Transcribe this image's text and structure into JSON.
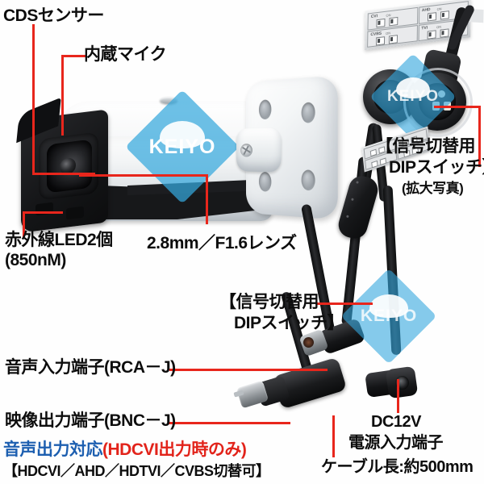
{
  "product": {
    "brand_watermark": "KEIYO",
    "accent_color": "#e8261c",
    "blue_color": "#1d5fb0",
    "watermark_color": "#34a7dd"
  },
  "callouts": {
    "cds_sensor": "CDSセンサー",
    "builtin_mic": "内蔵マイク",
    "ir_led_line1": "赤外線LED2個",
    "ir_led_line2": "(850nM)",
    "lens": "2.8mm／F1.6レンズ",
    "dip_switch_enlarged_line1": "【信号切替用",
    "dip_switch_enlarged_line2": "DIPスイッチ】",
    "dip_switch_enlarged_note": "(拡大写真)",
    "dip_switch_line1": "【信号切替用",
    "dip_switch_line2": "DIPスイッチ】",
    "audio_input": "音声入力端子(RCA－J)",
    "video_output": "映像出力端子(BNC－J)",
    "dc12v": "DC12V",
    "power_input": "電源入力端子",
    "cable_length": "ケーブル長:約500mm"
  },
  "footnotes": {
    "audio_out_label": "音声出力対応",
    "audio_out_condition": "(HDCVI出力時のみ)",
    "signal_modes": "【HDCVI／AHD／HDTVI／CVBS切替可】"
  },
  "dip_sticker": {
    "cells": [
      {
        "name": "CVI",
        "on": "ON"
      },
      {
        "name": "AHD",
        "on": "ON"
      },
      {
        "name": "CVBS",
        "on": "ON"
      },
      {
        "name": "TVI",
        "on": "ON"
      }
    ]
  }
}
